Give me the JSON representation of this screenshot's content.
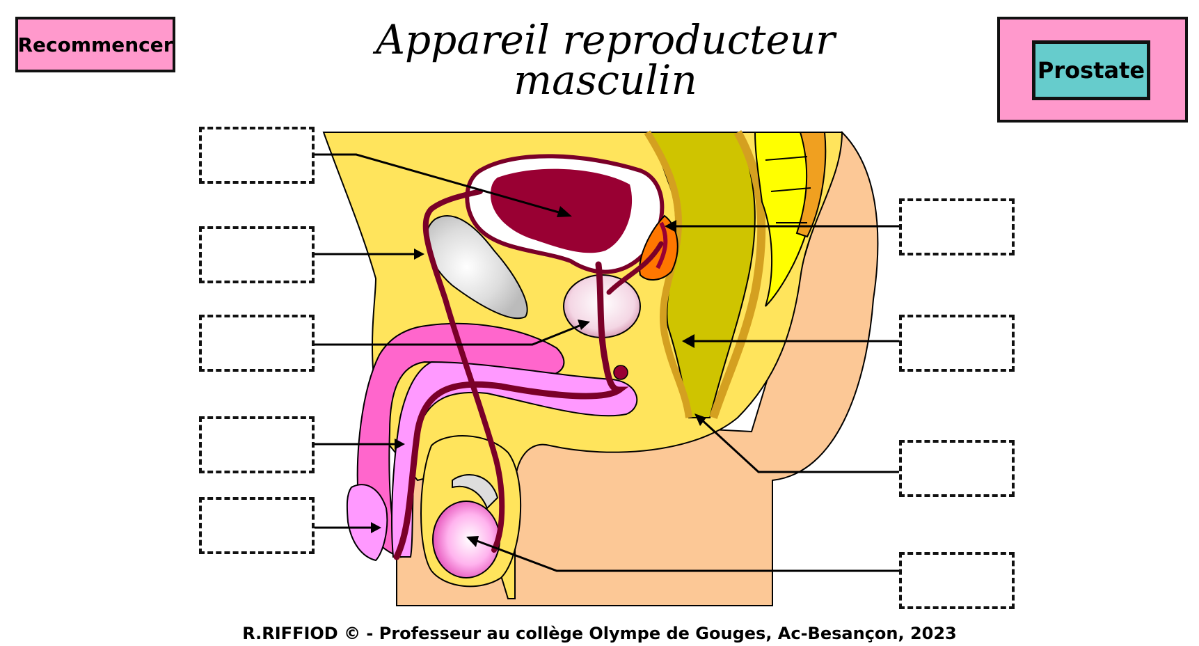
{
  "buttons": {
    "restart": "Recommencer",
    "prostate": "Prostate"
  },
  "title": {
    "line1": "Appareil reproducteur",
    "line2": "masculin"
  },
  "footer": "R.RIFFIOD © - Professeur au collège Olympe de Gouges, Ac-Besançon, 2023",
  "colors": {
    "body_yellow": "#ffe45c",
    "skin": "#fcc896",
    "bladder": "#990033",
    "tissue_pink": "#ff66cc",
    "tissue_light_pink": "#ff99ff",
    "rectum": "#cfc400",
    "seminal_vesicle": "#ff7700",
    "spine": "#ffff00",
    "button_pink": "#ff99cc",
    "button_teal": "#66cccc"
  },
  "label_boxes": [
    {
      "id": "left-1",
      "side": "left",
      "value": ""
    },
    {
      "id": "left-2",
      "side": "left",
      "value": ""
    },
    {
      "id": "left-3",
      "side": "left",
      "value": ""
    },
    {
      "id": "left-4",
      "side": "left",
      "value": ""
    },
    {
      "id": "left-5",
      "side": "left",
      "value": ""
    },
    {
      "id": "right-1",
      "side": "right",
      "value": ""
    },
    {
      "id": "right-2",
      "side": "right",
      "value": ""
    },
    {
      "id": "right-3",
      "side": "right",
      "value": ""
    },
    {
      "id": "right-4",
      "side": "right",
      "value": ""
    }
  ]
}
